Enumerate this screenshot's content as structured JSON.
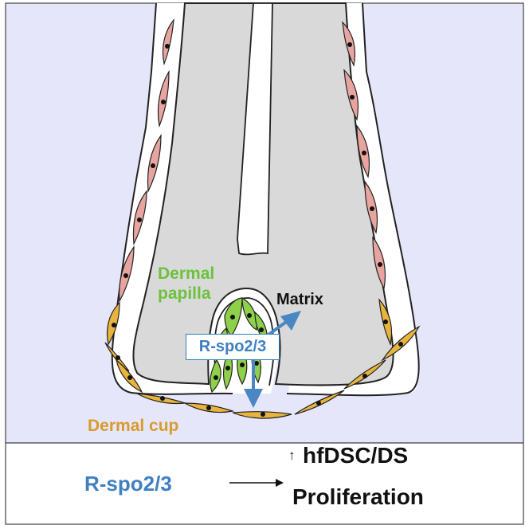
{
  "colors": {
    "panel_bg": "#e6e6fb",
    "outline": "#222222",
    "sheath": "#ffffff",
    "hair_shaft": "#d9d9d9",
    "shaft_core": "#ffffff",
    "sheath_cell": "#e8a5a0",
    "dermal_cup_cell": "#e8b43e",
    "dermal_papilla_cell": "#8ed04a",
    "nucleus": "#111111",
    "arrow_blue": "#4a86c4",
    "label_green": "#6cc23c",
    "label_gold": "#d89b2c",
    "label_blue": "#3f80c2",
    "label_black": "#111111"
  },
  "diagram": {
    "labels": {
      "dermal_papilla_line1": "Dermal",
      "dermal_papilla_line2": "papilla",
      "matrix": "Matrix",
      "rspo": "R-spo2/3",
      "dermal_cup": "Dermal cup"
    }
  },
  "summary": {
    "factor": "R-spo2/3",
    "up_symbol": "↑",
    "effect_line1": "hfDSC/DS",
    "effect_line2": "Proliferation"
  }
}
